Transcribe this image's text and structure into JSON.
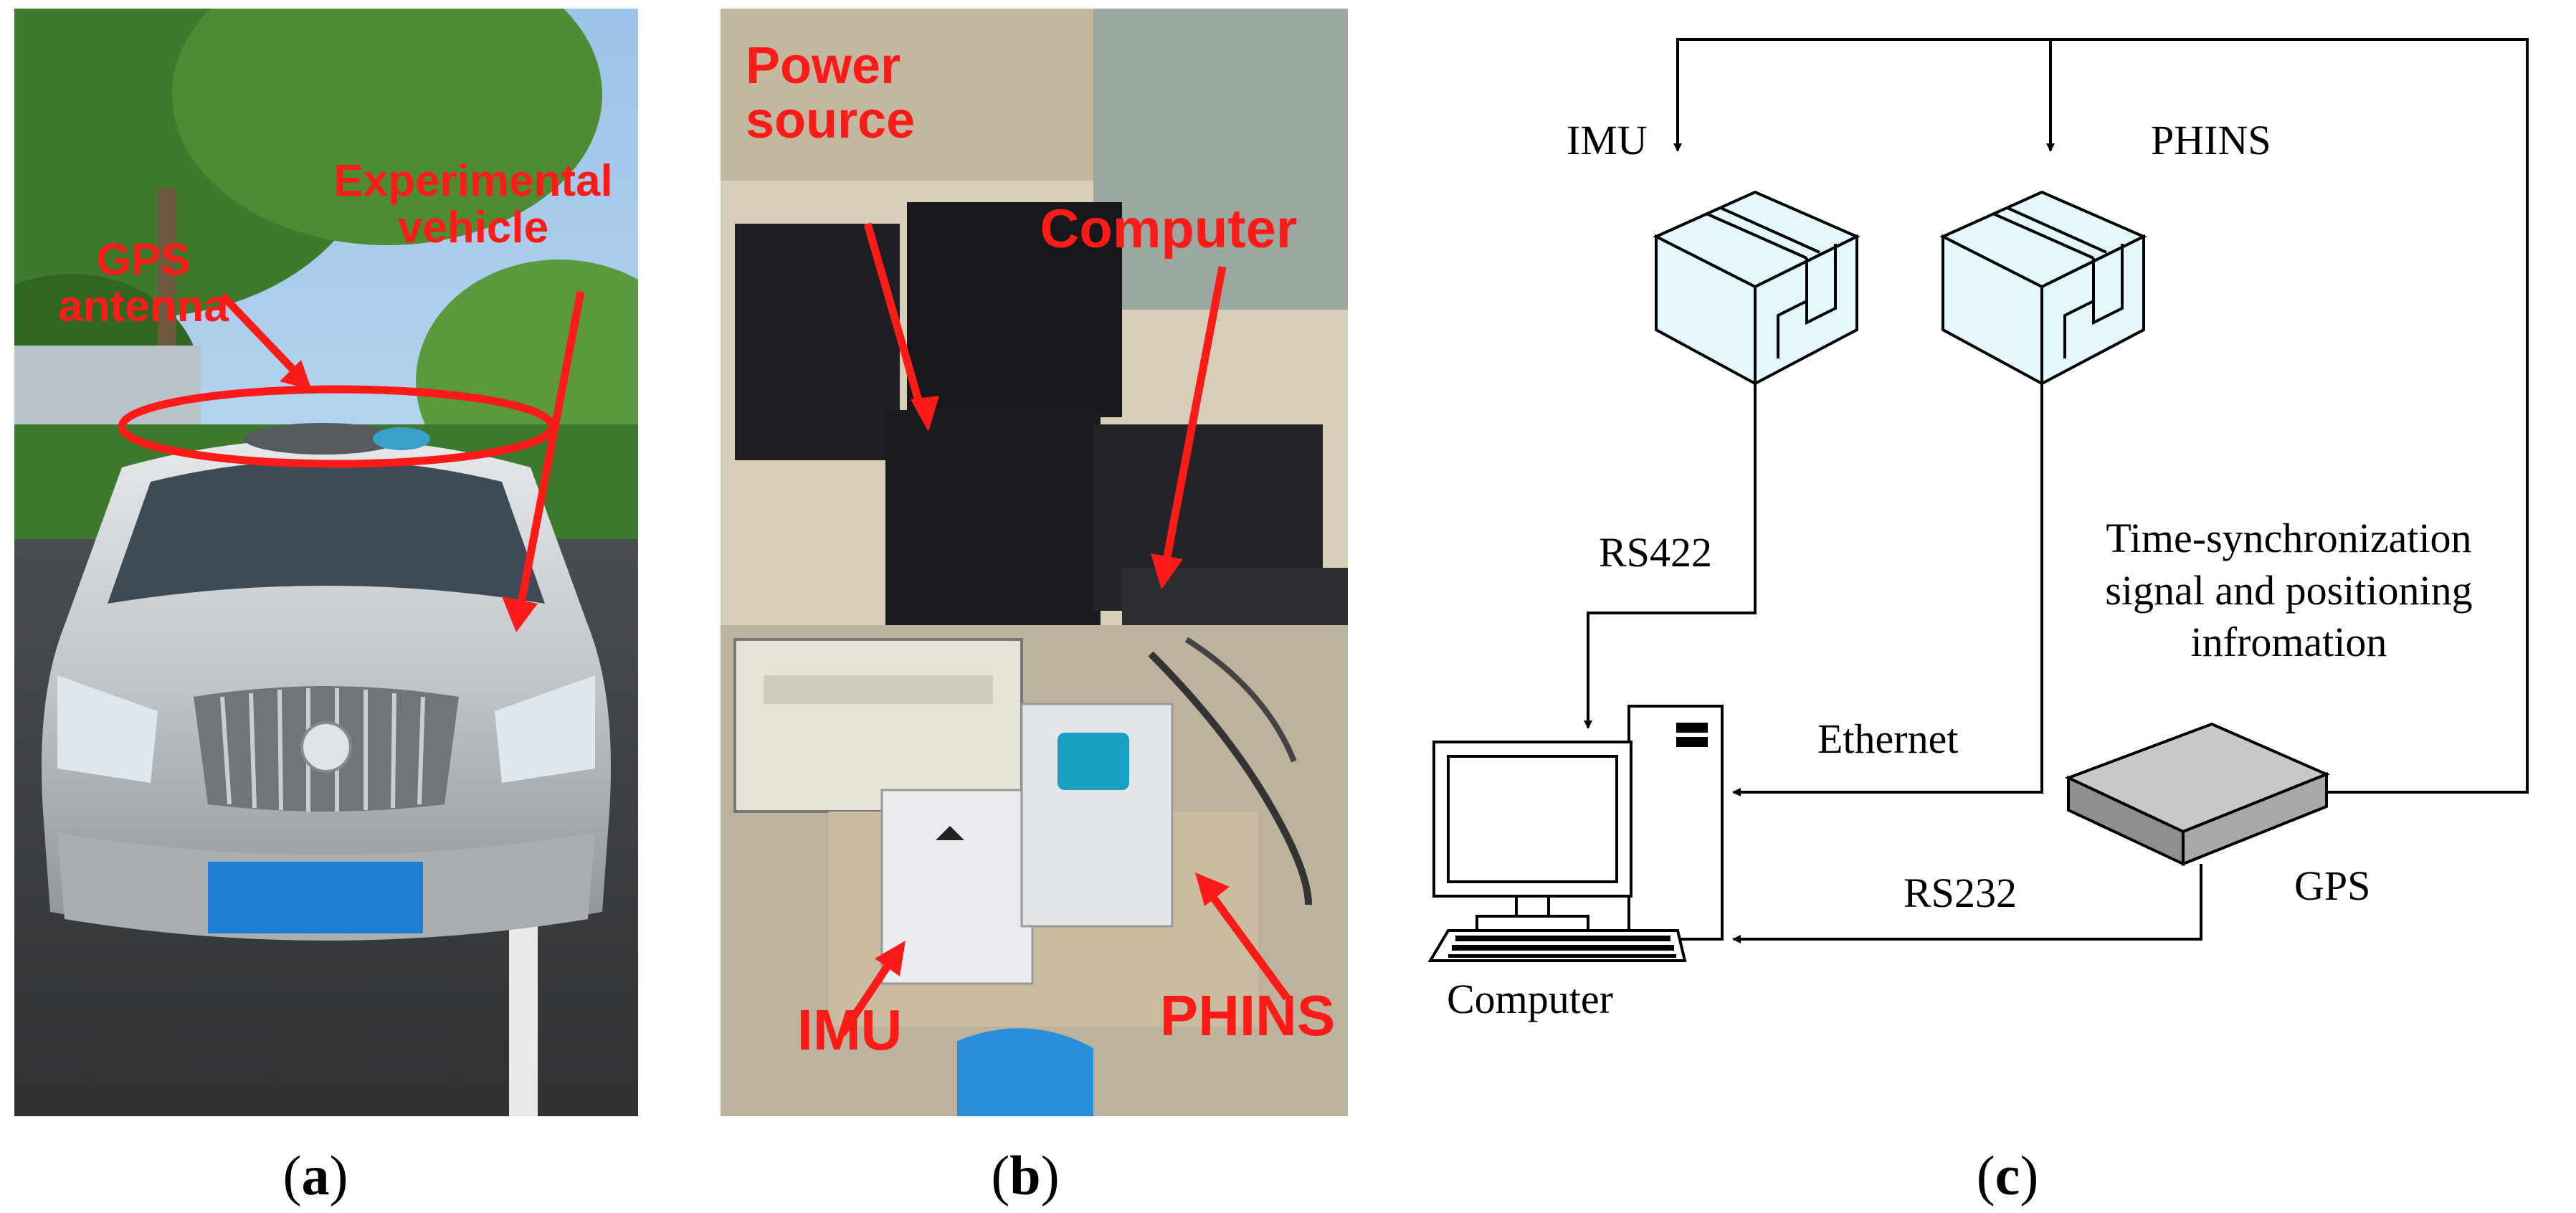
{
  "captions": {
    "a": "a",
    "b": "b",
    "c": "c"
  },
  "panel_a": {
    "labels": {
      "experimental_vehicle": "Experimental\nvehicle",
      "gps_antenna": "GPS\nantenna"
    },
    "license_plate_color": "#1f7fd6",
    "annotation_color": "#ff1a1a"
  },
  "panel_b": {
    "labels": {
      "power_source": "Power\nsource",
      "computer": "Computer",
      "imu": "IMU",
      "phins": "PHINS"
    },
    "annotation_color": "#ff1a1a"
  },
  "panel_c": {
    "nodes": {
      "imu": "IMU",
      "phins": "PHINS",
      "computer": "Computer",
      "gps": "GPS"
    },
    "links": {
      "rs422": "RS422",
      "ethernet": "Ethernet",
      "rs232": "RS232",
      "time_sync": "Time-synchronization\nsignal and positioning\ninfromation"
    },
    "box_face_color": "#e4f7fa",
    "gps_face_color": "#c8c8c8"
  }
}
